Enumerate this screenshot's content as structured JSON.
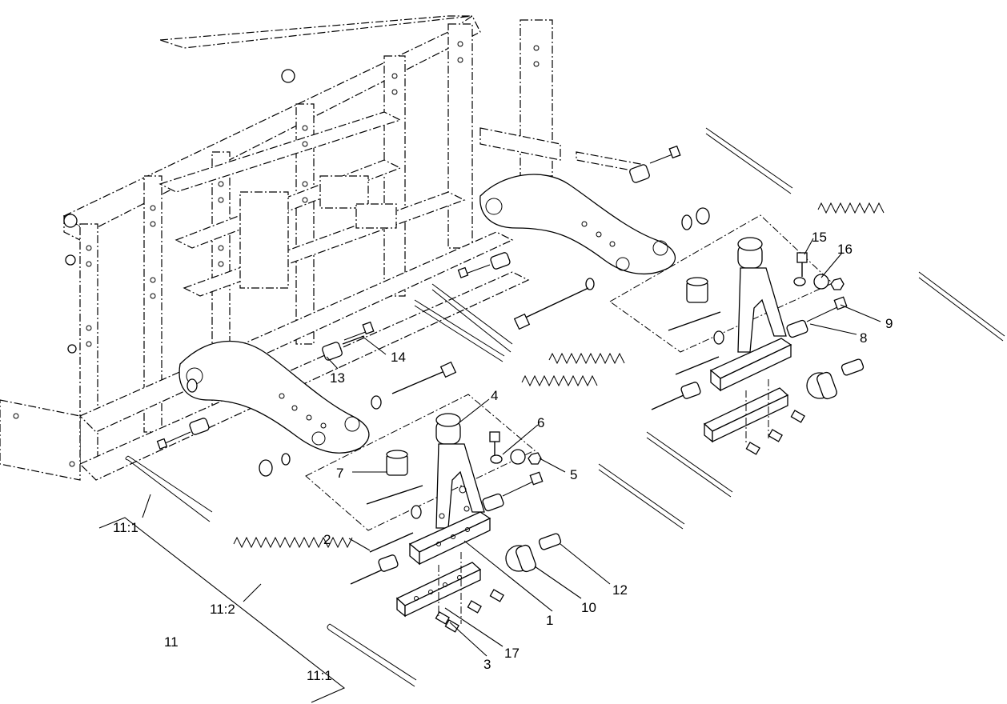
{
  "callouts": {
    "c1": "1",
    "c2": "2",
    "c3": "3",
    "c4": "4",
    "c5": "5",
    "c6": "6",
    "c7": "7",
    "c8": "8",
    "c9": "9",
    "c10": "10",
    "c11": "11",
    "c11_1_upper": "11:1",
    "c11_2": "11:2",
    "c11_1_lower": "11:1",
    "c12": "12",
    "c13": "13",
    "c14": "14",
    "c15": "15",
    "c16": "16",
    "c17": "17"
  }
}
